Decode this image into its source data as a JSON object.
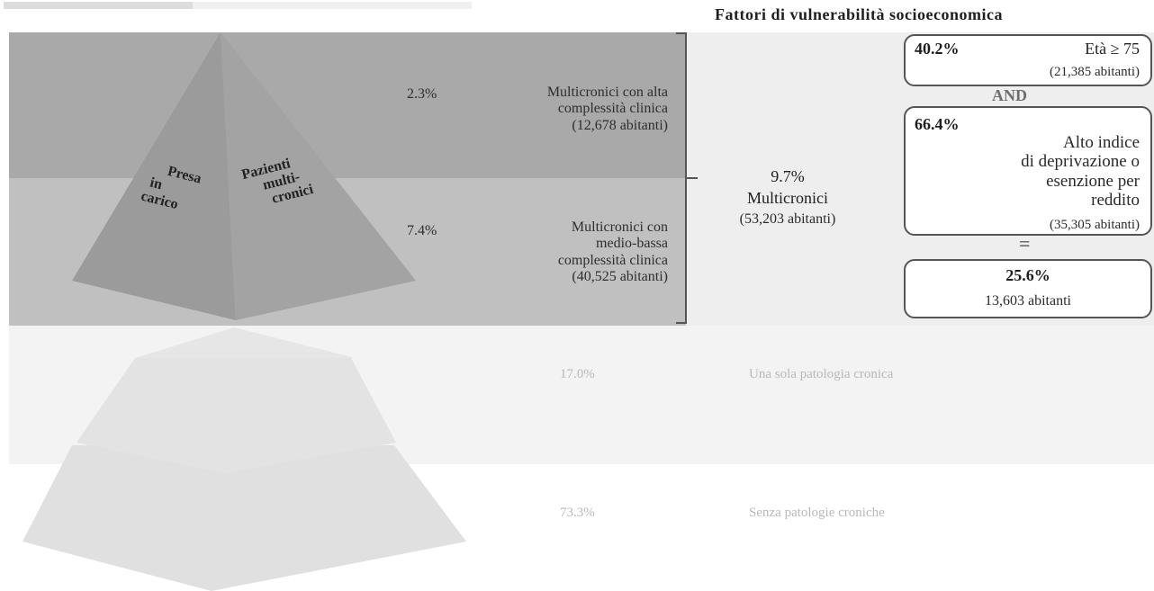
{
  "header": {
    "title": "Fattori di vulnerabilità socioeconomica"
  },
  "pyramid": {
    "left_label": [
      "Presa",
      "in",
      "carico"
    ],
    "right_label": [
      "Pazienti",
      "multi-",
      "cronici"
    ]
  },
  "segments": {
    "alta": {
      "pct": "2.3%",
      "label_lines": [
        "Multicronici con alta",
        "complessità clinica",
        "(12,678 abitanti)"
      ]
    },
    "medio": {
      "pct": "7.4%",
      "label_lines": [
        "Multicronici con",
        "medio-bassa",
        "complessità clinica",
        "(40,525 abitanti)"
      ]
    },
    "una": {
      "pct": "17.0%",
      "label": "Una sola patologia cronica"
    },
    "senza": {
      "pct": "73.3%",
      "label": "Senza patologie croniche"
    }
  },
  "multicronici": {
    "pct": "9.7%",
    "label": "Multicronici",
    "sub": "(53,203 abitanti)"
  },
  "factors": {
    "eta": {
      "pct": "40.2%",
      "label": "Età ≥ 75",
      "sub": "(21,385 abitanti)"
    },
    "and_op": "AND",
    "deprivazione": {
      "pct": "66.4%",
      "label_lines": [
        "Alto indice",
        "di deprivazione o",
        "esenzione per",
        "reddito"
      ],
      "sub": "(35,305 abitanti)"
    },
    "eq_op": "=",
    "result": {
      "pct": "25.6%",
      "sub": "13,603 abitanti"
    }
  }
}
